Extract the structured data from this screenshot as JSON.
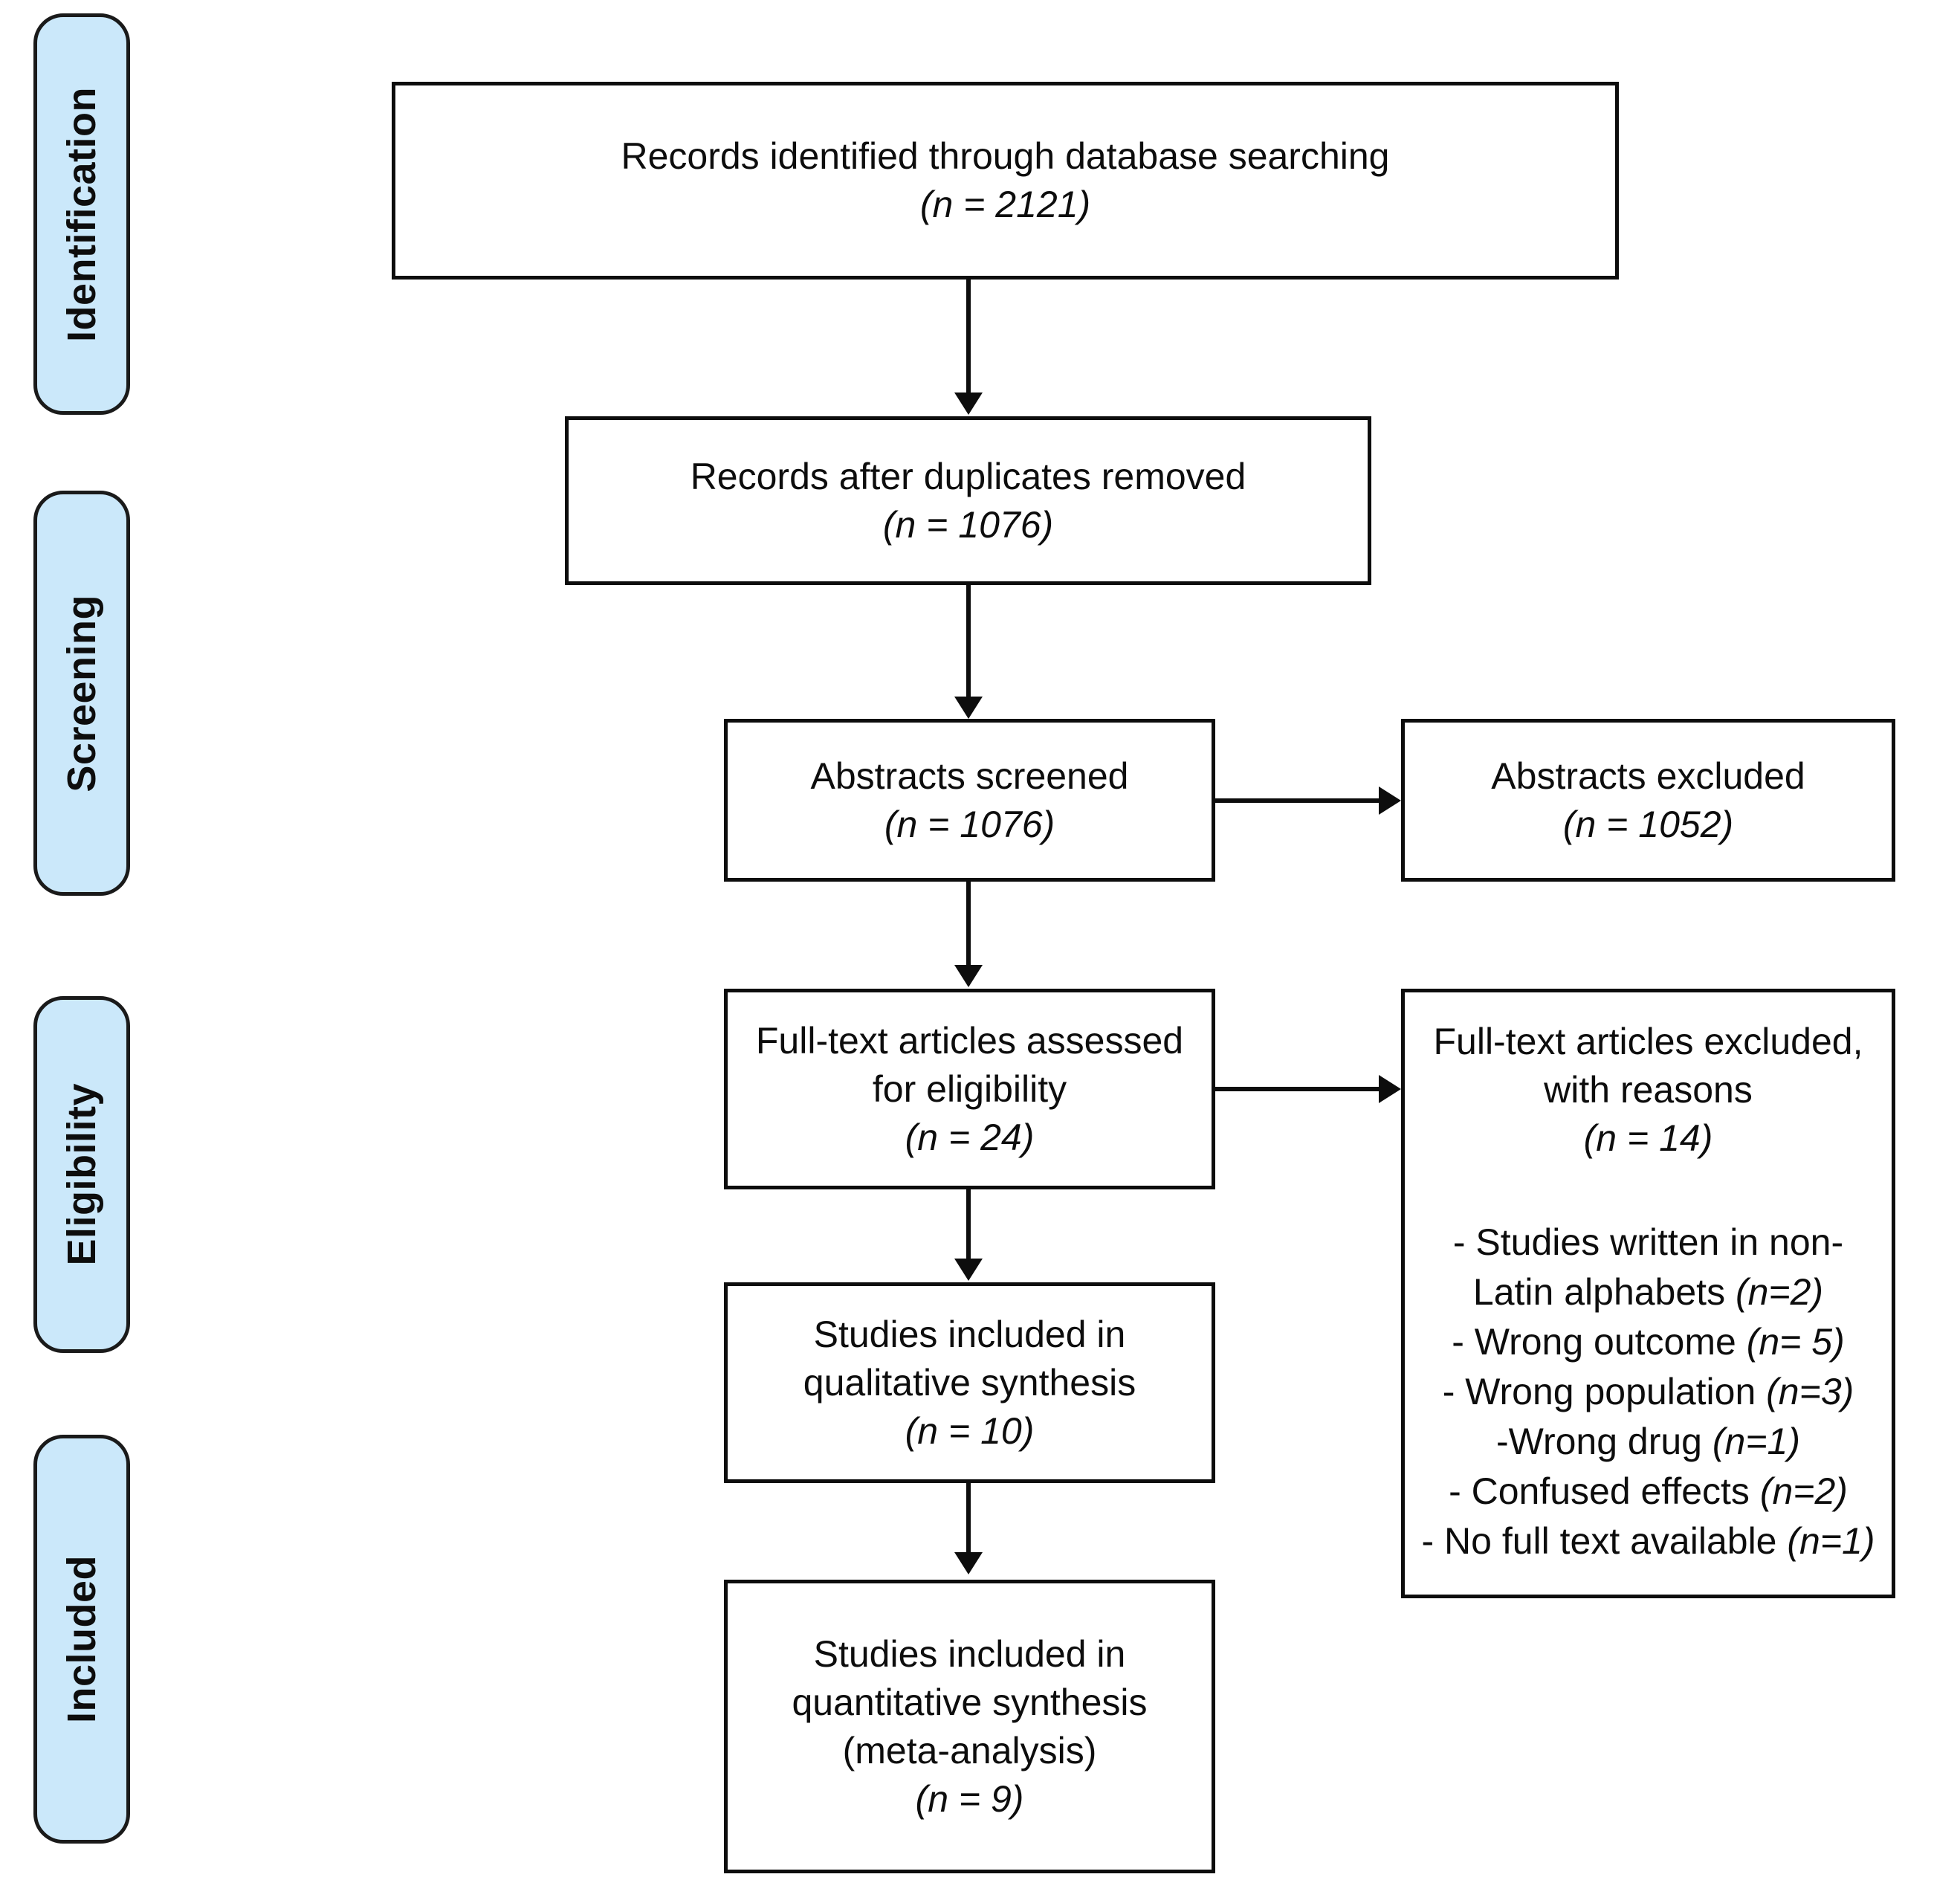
{
  "diagram": {
    "title": "PRISMA flow diagram",
    "type": "prisma-flowchart",
    "accent_color": "#cbe8fa",
    "border_color": "#0d0d0d",
    "background_color": "#ffffff"
  },
  "stages": [
    {
      "label": "Identification"
    },
    {
      "label": "Screening"
    },
    {
      "label": "Eligibility"
    },
    {
      "label": "Included"
    }
  ],
  "boxes": {
    "identified": {
      "line1": "Records identified through database searching",
      "count": "(n = 2121)"
    },
    "duplicates_removed": {
      "line1": "Records after duplicates removed",
      "count": "(n = 1076)"
    },
    "abstracts_screened": {
      "line1": "Abstracts screened",
      "count": "(n = 1076)"
    },
    "abstracts_excluded": {
      "line1": "Abstracts excluded",
      "count": "(n = 1052)"
    },
    "fulltext_assessed": {
      "line1": "Full-text articles assessed",
      "line2": "for eligibility",
      "count": "(n = 24)"
    },
    "fulltext_excluded": {
      "line1": "Full-text articles excluded,",
      "line2": "with reasons",
      "count": "(n = 14)",
      "reasons": [
        {
          "text": "- Studies written in non-",
          "count": ""
        },
        {
          "text": "Latin alphabets ",
          "count": "(n=2)"
        },
        {
          "text": "- Wrong outcome ",
          "count": "(n= 5)"
        },
        {
          "text": "- Wrong population ",
          "count": "(n=3)"
        },
        {
          "text": "-Wrong drug ",
          "count": "(n=1)"
        },
        {
          "text": "- Confused effects ",
          "count": "(n=2)"
        },
        {
          "text": "- No full text available ",
          "count": "(n=1)"
        }
      ]
    },
    "qualitative": {
      "line1": "Studies included in",
      "line2": "qualitative synthesis",
      "count": "(n = 10)"
    },
    "quantitative": {
      "line1": "Studies included in",
      "line2": "quantitative synthesis",
      "line3": "(meta-analysis)",
      "count": "(n = 9)"
    }
  },
  "chart_data": {
    "type": "flowchart",
    "title": "PRISMA flow diagram",
    "nodes": [
      {
        "id": "identified",
        "stage": "Identification",
        "label": "Records identified through database searching",
        "n": 2121
      },
      {
        "id": "duplicates_removed",
        "stage": "Screening",
        "label": "Records after duplicates removed",
        "n": 1076
      },
      {
        "id": "abstracts_screened",
        "stage": "Screening",
        "label": "Abstracts screened",
        "n": 1076
      },
      {
        "id": "abstracts_excluded",
        "stage": "Screening",
        "label": "Abstracts excluded",
        "n": 1052
      },
      {
        "id": "fulltext_assessed",
        "stage": "Eligibility",
        "label": "Full-text articles assessed for eligibility",
        "n": 24
      },
      {
        "id": "fulltext_excluded",
        "stage": "Eligibility",
        "label": "Full-text articles excluded, with reasons",
        "n": 14
      },
      {
        "id": "qualitative",
        "stage": "Included",
        "label": "Studies included in qualitative synthesis",
        "n": 10
      },
      {
        "id": "quantitative",
        "stage": "Included",
        "label": "Studies included in quantitative synthesis (meta-analysis)",
        "n": 9
      }
    ],
    "edges": [
      {
        "from": "identified",
        "to": "duplicates_removed",
        "direction": "down"
      },
      {
        "from": "duplicates_removed",
        "to": "abstracts_screened",
        "direction": "down"
      },
      {
        "from": "abstracts_screened",
        "to": "abstracts_excluded",
        "direction": "right"
      },
      {
        "from": "abstracts_screened",
        "to": "fulltext_assessed",
        "direction": "down"
      },
      {
        "from": "fulltext_assessed",
        "to": "fulltext_excluded",
        "direction": "right"
      },
      {
        "from": "fulltext_assessed",
        "to": "qualitative",
        "direction": "down"
      },
      {
        "from": "qualitative",
        "to": "quantitative",
        "direction": "down"
      }
    ],
    "exclusion_reasons": [
      {
        "reason": "Studies written in non-Latin alphabets",
        "n": 2
      },
      {
        "reason": "Wrong outcome",
        "n": 5
      },
      {
        "reason": "Wrong population",
        "n": 3
      },
      {
        "reason": "Wrong drug",
        "n": 1
      },
      {
        "reason": "Confused effects",
        "n": 2
      },
      {
        "reason": "No full text available",
        "n": 1
      }
    ]
  }
}
